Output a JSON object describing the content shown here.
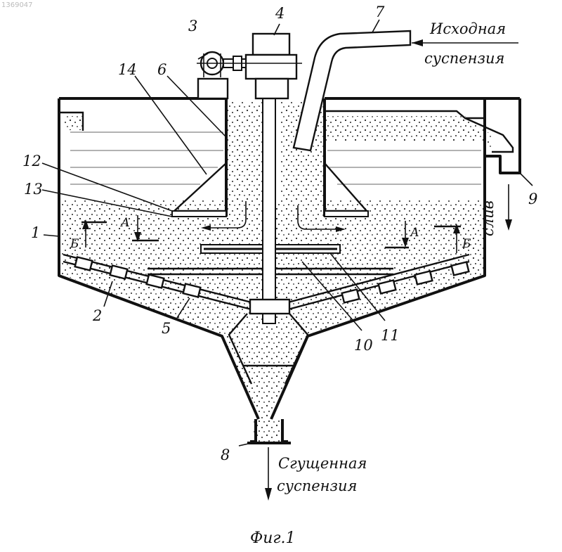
{
  "watermark": "1369047",
  "parts": {
    "p1": "1",
    "p2": "2",
    "p3": "3",
    "p4": "4",
    "p5": "5",
    "p6": "6",
    "p7": "7",
    "p8": "8",
    "p9": "9",
    "p10": "10",
    "p11": "11",
    "p12": "12",
    "p13": "13",
    "p14": "14"
  },
  "inflow": {
    "line1": "Исходная",
    "line2": "суспензия"
  },
  "overflow": "слив",
  "thickened": {
    "line1": "Сгущенная",
    "line2": "суспензия"
  },
  "section_a": "А",
  "section_b": "Б",
  "caption": "Фиг.1"
}
